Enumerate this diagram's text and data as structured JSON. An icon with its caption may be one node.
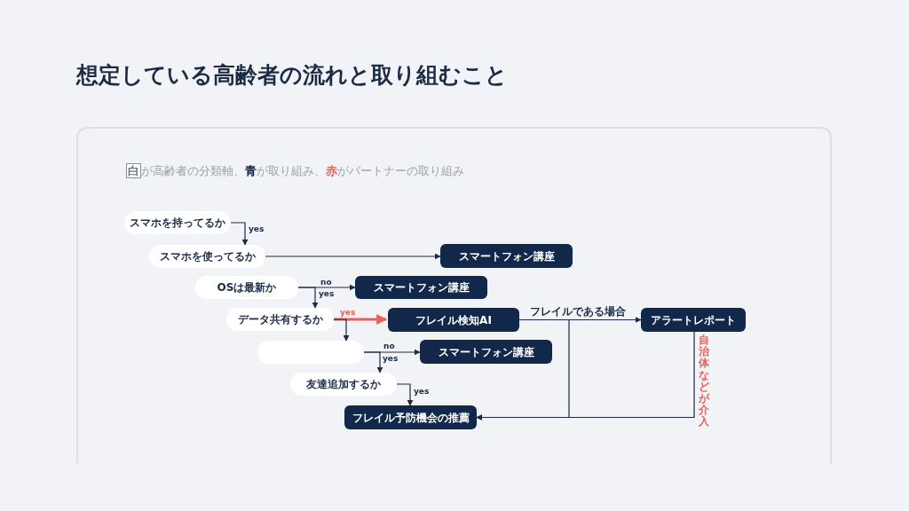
{
  "diagram": {
    "title": "想定している高齢者の流れと取り組むこと",
    "nodes": [
      {
        "text": [
          "スマホを持ってるか"
        ]
      },
      {
        "text": [
          "スマホを使ってるか"
        ]
      },
      {
        "text": [
          "スマートフォン講座"
        ]
      },
      {
        "text": [
          "OSは最新か"
        ]
      },
      {
        "text": [
          "スマートフォン講座"
        ]
      },
      {
        "text": [
          "データ共有するか"
        ]
      },
      {
        "text": [
          "フレイル検知AI"
        ]
      },
      {
        "text": [
          "アラートレポート"
        ]
      },
      {
        "text": [],
        "shape": "box"
      },
      {
        "text": [
          "スマートフォン講座"
        ]
      },
      {
        "text": [
          "友達追加するか"
        ]
      },
      {
        "text": [
          "フレイル予防機会の推薦"
        ]
      }
    ],
    "edges": [
      {
        "from": 0,
        "to": 1,
        "arrow": "to",
        "label": "yes"
      },
      {
        "from": 1,
        "to": 2,
        "arrow": "to"
      },
      {
        "from": 3,
        "to": 4,
        "arrow": "to",
        "label": "no"
      },
      {
        "from": 3,
        "to": 5,
        "arrow": "to",
        "label": "yes"
      },
      {
        "from": 5,
        "to": 6,
        "arrow": "to",
        "label": "yes",
        "style": "thick",
        "color": "#e8605a"
      },
      {
        "from": 5,
        "to": 8,
        "arrow": "to"
      },
      {
        "from": 8,
        "to": 9,
        "arrow": "to",
        "label": "no"
      },
      {
        "from": 8,
        "to": 10,
        "arrow": "to",
        "label": "yes"
      },
      {
        "from": 10,
        "to": 11,
        "arrow": "to",
        "label": "yes"
      },
      {
        "from": 6,
        "to": 7,
        "arrow": "to",
        "label": "フレイルである場合"
      },
      {
        "from": 6,
        "to": 11,
        "arrow": "to"
      },
      {
        "from": 7,
        "to": 11,
        "arrow": "to",
        "label": "自治体などが介入"
      }
    ],
    "legend": [
      {
        "text": "白が高齢者の分類軸、",
        "color": "#ffffff"
      },
      {
        "text": "青が取り組み、",
        "color": "#12284a"
      },
      {
        "text": "赤がパートナーの取り組み",
        "color": "#e8605a"
      }
    ]
  }
}
